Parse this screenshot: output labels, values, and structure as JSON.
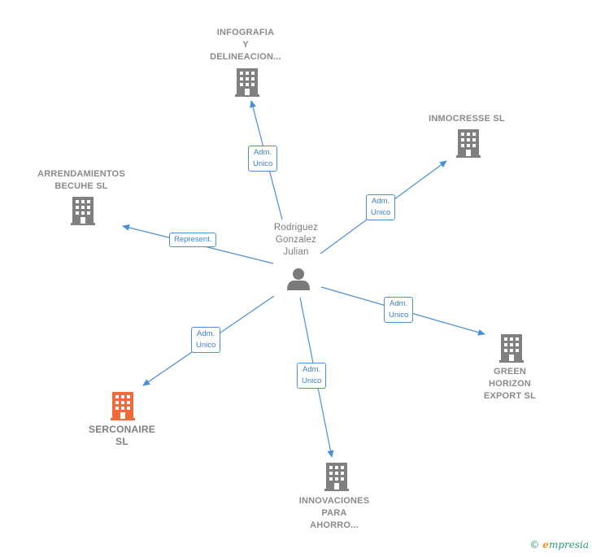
{
  "center": {
    "name": "Rodriguez\nGonzalez\nJulian",
    "icon": "person-icon"
  },
  "nodes": [
    {
      "id": "infografia",
      "label": "INFOGRAFIA\nY\nDELINEACION...",
      "color": "#808080"
    },
    {
      "id": "inmocresse",
      "label": "INMOCRESSE SL",
      "color": "#808080"
    },
    {
      "id": "arrendamientos",
      "label": "ARRENDAMIENTOS\nBECUHE SL",
      "color": "#808080"
    },
    {
      "id": "green",
      "label": "GREEN\nHORIZON\nEXPORT  SL",
      "color": "#808080"
    },
    {
      "id": "serconaire",
      "label": "SERCONAIRE\nSL",
      "color": "#f26a3a"
    },
    {
      "id": "innovaciones",
      "label": "INNOVACIONES\nPARA\nAHORRO...",
      "color": "#808080"
    }
  ],
  "edges": [
    {
      "to": "infografia",
      "label": "Adm.\nUnico"
    },
    {
      "to": "inmocresse",
      "label": "Adm.\nUnico"
    },
    {
      "to": "arrendamientos",
      "label": "Represent."
    },
    {
      "to": "green",
      "label": "Adm.\nUnico"
    },
    {
      "to": "serconaire",
      "label": "Adm.\nUnico"
    },
    {
      "to": "innovaciones",
      "label": "Adm.\nUnico"
    }
  ],
  "colors": {
    "edge": "#4a8fd6",
    "building": "#808080",
    "highlight": "#f26a3a",
    "person": "#7a7a7a"
  },
  "footer": {
    "copyright": "©",
    "brand_initial": "e",
    "brand_rest": "mpresia"
  }
}
